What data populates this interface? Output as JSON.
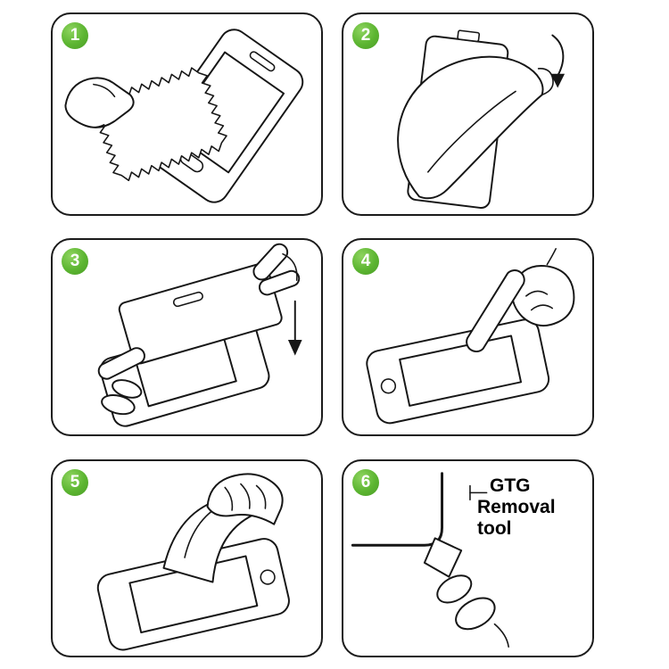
{
  "page": {
    "background": "#ffffff",
    "accent_green": "#5cb531",
    "line_color": "#161616",
    "text_color": "#000000"
  },
  "steps": [
    {
      "number": "1",
      "icon": "wipe-phone-with-cloth-illustration"
    },
    {
      "number": "2",
      "icon": "peel-backing-film-illustration"
    },
    {
      "number": "3",
      "icon": "align-glass-over-phone-illustration"
    },
    {
      "number": "4",
      "icon": "press-screen-with-finger-illustration"
    },
    {
      "number": "5",
      "icon": "smooth-with-card-illustration"
    },
    {
      "number": "6",
      "icon": "corner-removal-tool-illustration",
      "label_line1": "GTG",
      "label_line2": "Removal tool"
    }
  ]
}
